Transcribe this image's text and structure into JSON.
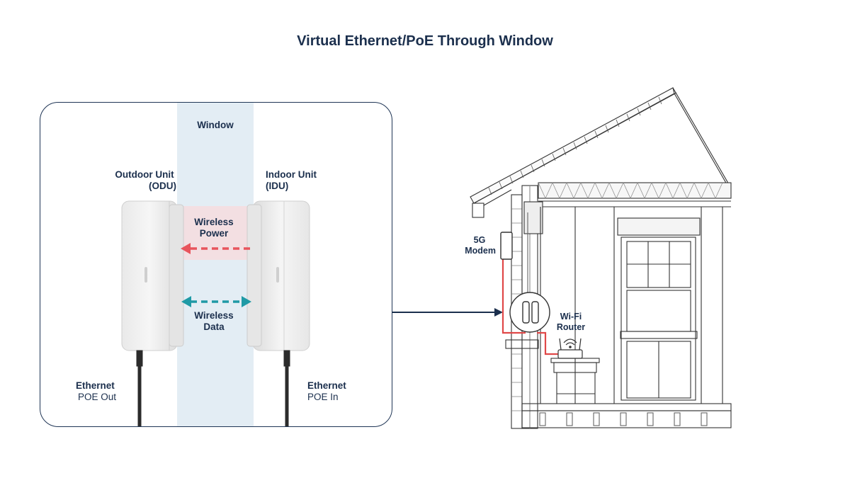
{
  "title": "Virtual Ethernet/PoE Through Window",
  "panel": {
    "window_label": "Window",
    "odu_line1": "Outdoor Unit",
    "odu_line2": "(ODU)",
    "idu_line1": "Indoor Unit",
    "idu_line2": "(IDU)",
    "power_line1": "Wireless",
    "power_line2": "Power",
    "data_line1": "Wireless",
    "data_line2": "Data",
    "eth_out_title": "Ethernet",
    "eth_out_sub": "POE Out",
    "eth_in_title": "Ethernet",
    "eth_in_sub": "POE In"
  },
  "house": {
    "modem_line1": "5G",
    "modem_line2": "Modem",
    "router_line1": "Wi-Fi",
    "router_line2": "Router"
  },
  "colors": {
    "navy": "#1b2f4d",
    "power_arrow": "#e8545c",
    "data_arrow": "#1f9aa6",
    "cable": "#e04848",
    "window_band": "#e3edf4",
    "power_band": "#f4dde0"
  }
}
